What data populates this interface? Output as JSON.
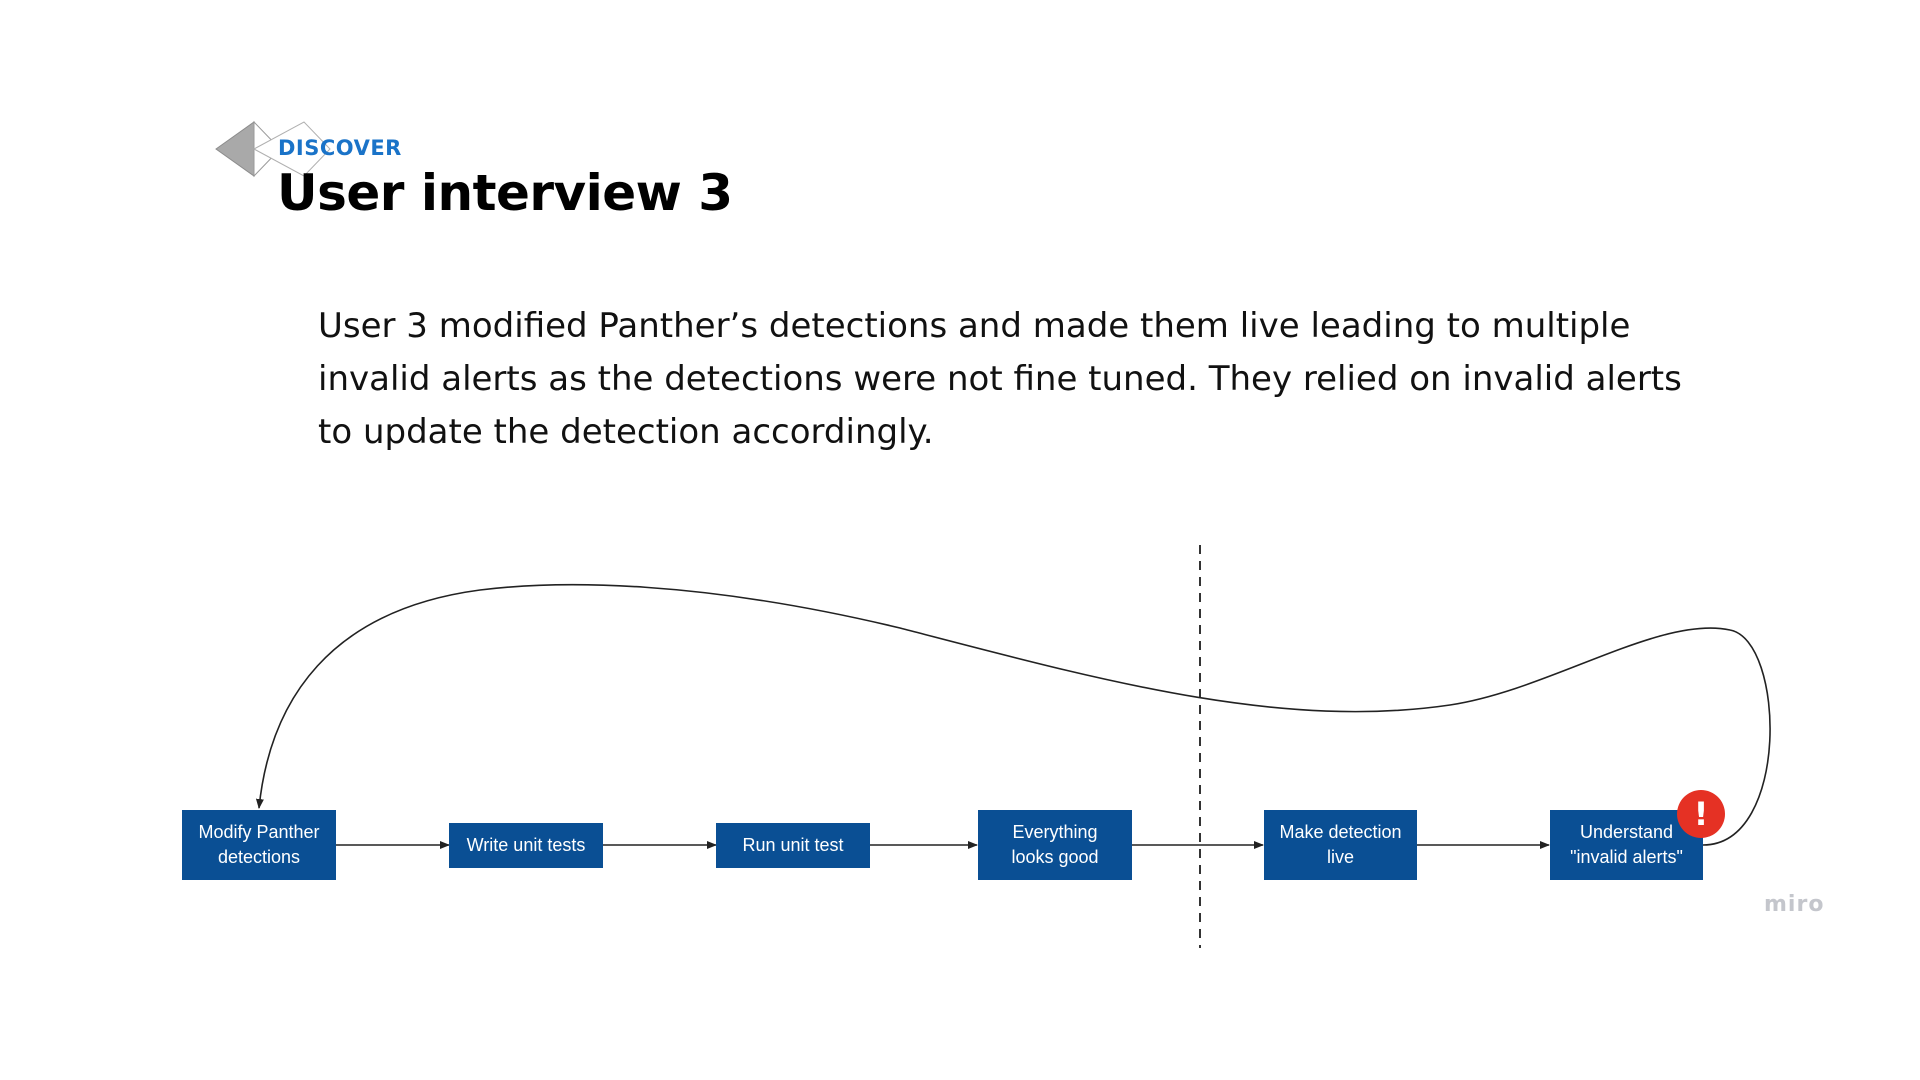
{
  "header": {
    "section_label": "DISCOVER",
    "title": "User interview 3"
  },
  "summary": {
    "text": "User 3 modified Panther’s detections and made them live leading to multiple invalid alerts as the detections were not fine tuned. They relied on invalid alerts to update the detection accordingly."
  },
  "diagram": {
    "steps": [
      {
        "label": "Modify Panther\ndetections"
      },
      {
        "label": "Write unit tests"
      },
      {
        "label": "Run unit test"
      },
      {
        "label": "Everything\nlooks good"
      },
      {
        "label": "Make detection\nlive"
      },
      {
        "label": "Understand\n\"invalid alerts\""
      }
    ],
    "alert_badge": "!",
    "watermark": "miro"
  },
  "colors": {
    "step_fill": "#0a4f94",
    "section_label": "#1a73c8",
    "alert": "#e53124",
    "logo_dark": "#a9a9a9"
  },
  "icons": {
    "logo": "diamond-logo-icon",
    "alert": "exclamation-icon"
  }
}
